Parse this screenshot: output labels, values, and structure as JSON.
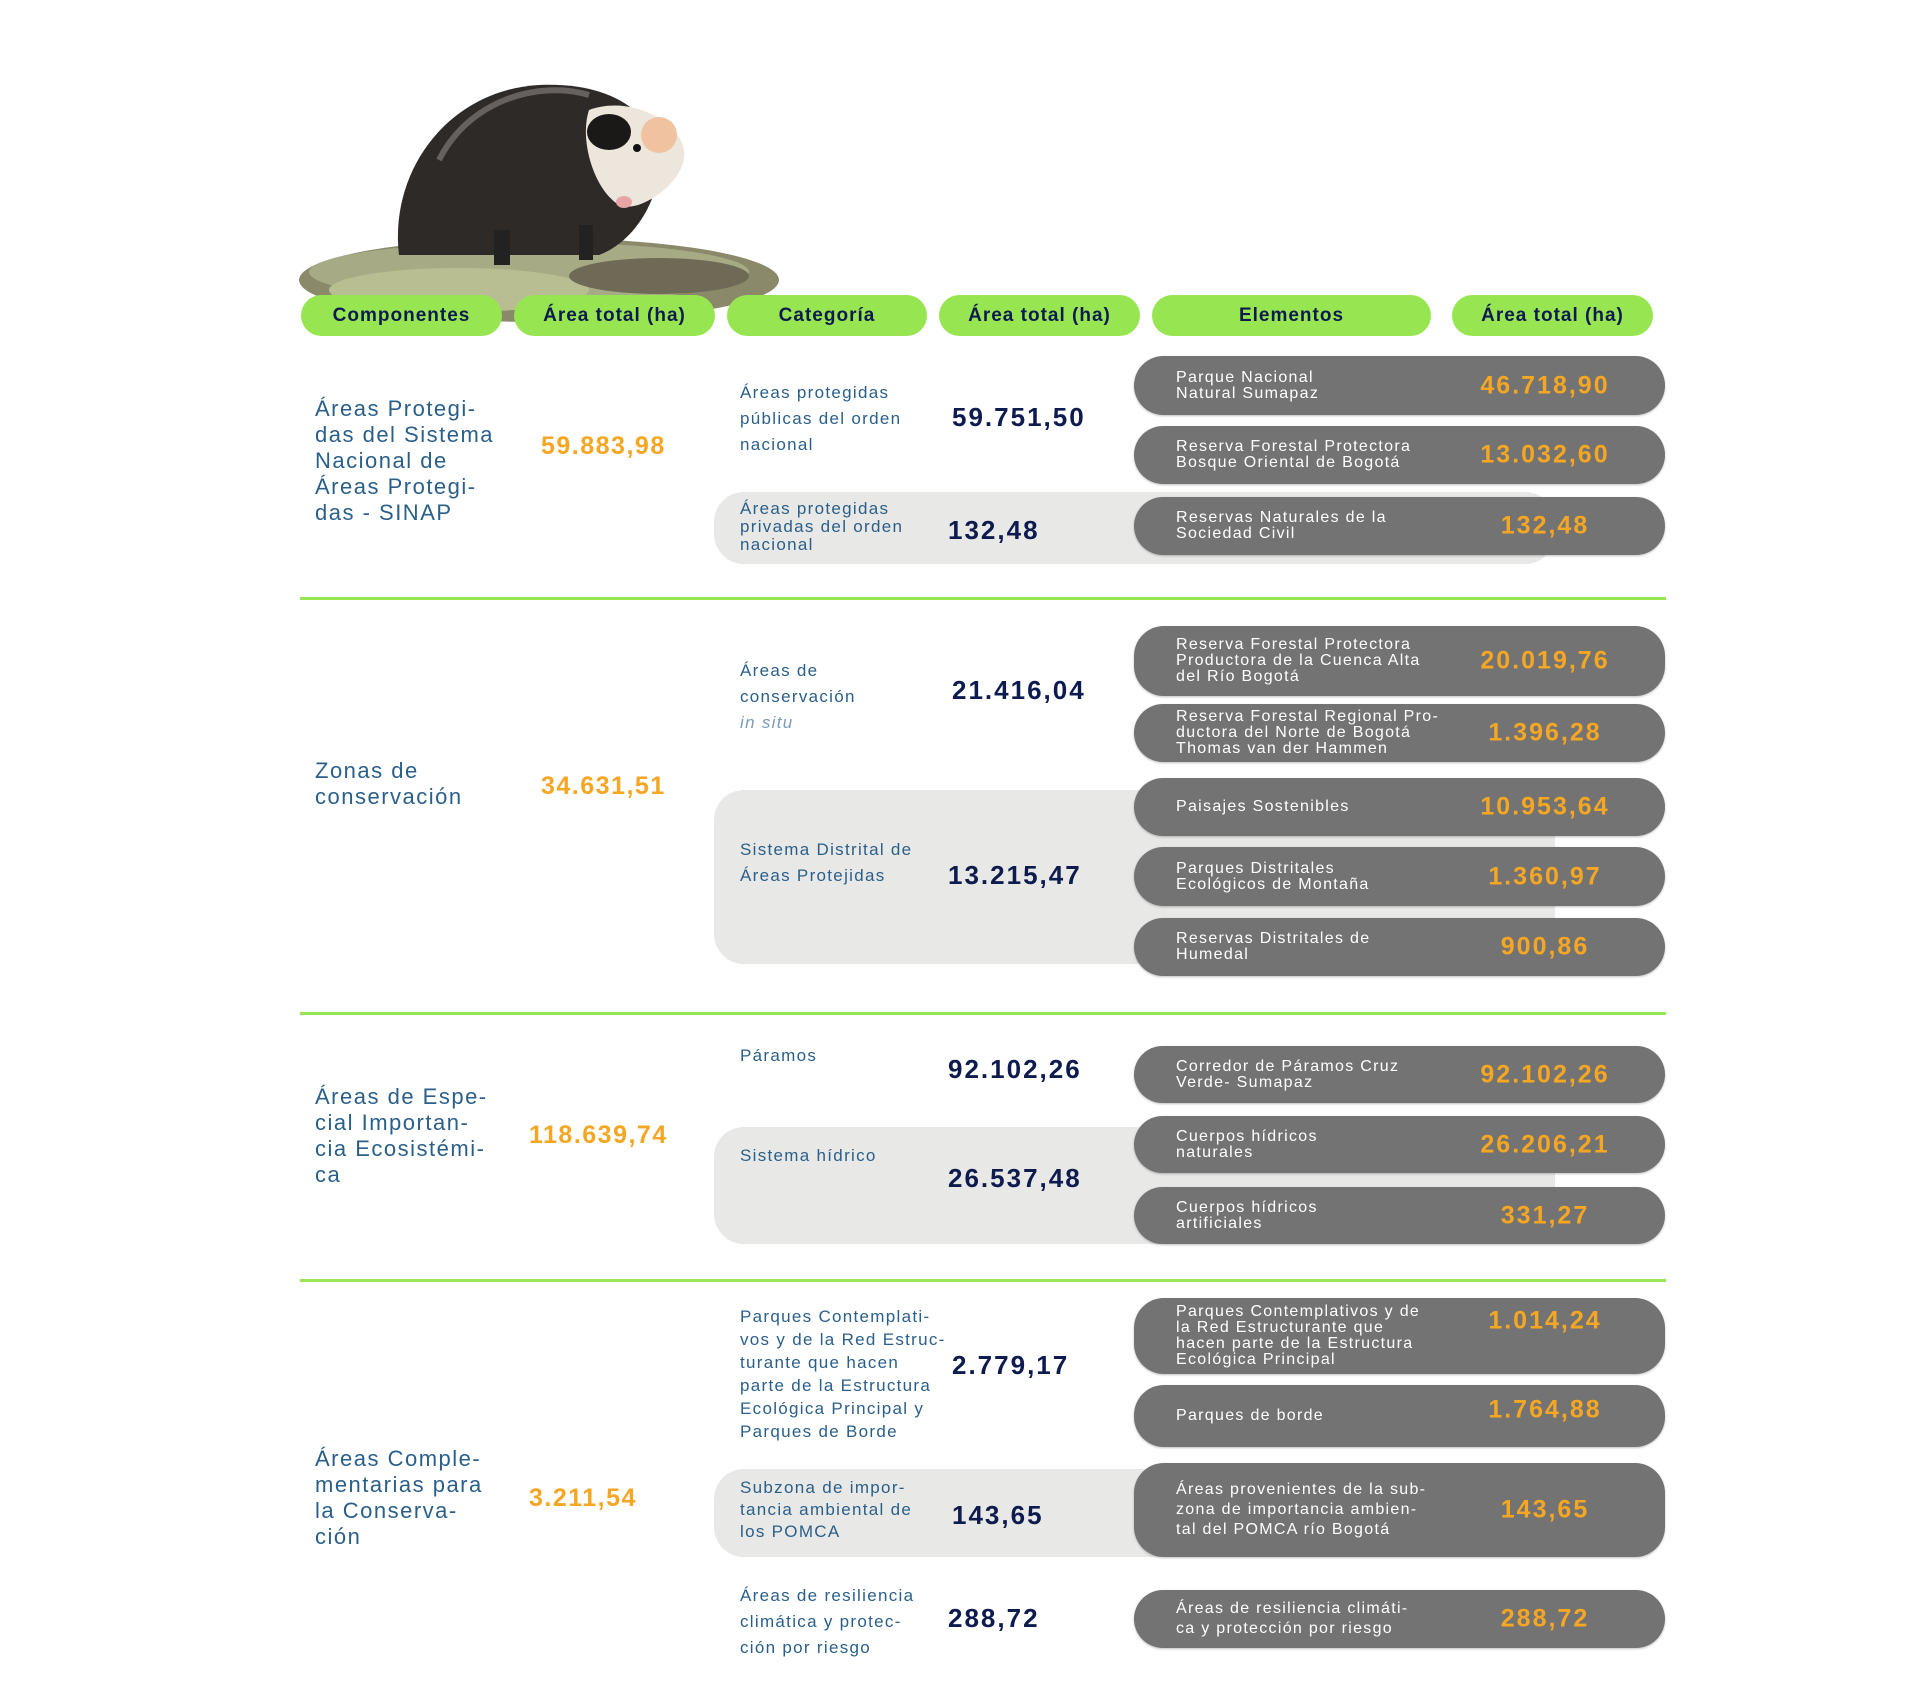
{
  "headers": [
    "Componentes",
    "Área total (ha)",
    "Categoría",
    "Área total (ha)",
    "Elementos",
    "Área total (ha)"
  ],
  "sections": [
    {
      "component": "Áreas Protegi-\ndas del Sistema\nNacional de\nÁreas Protegi-\ndas - SINAP",
      "total": "59.883,98",
      "categories": [
        {
          "name": "Áreas protegidas\npúblicas del orden\nnacional",
          "total": "59.751,50"
        },
        {
          "name": "Áreas protegidas\nprivadas del orden\nnacional",
          "total": "132,48"
        }
      ],
      "elements": [
        {
          "name": "Parque Nacional\nNatural Sumapaz",
          "total": "46.718,90"
        },
        {
          "name": "Reserva Forestal Protectora\nBosque Oriental de Bogotá",
          "total": "13.032,60"
        },
        {
          "name": "Reservas Naturales de la\nSociedad Civil",
          "total": "132,48"
        }
      ]
    },
    {
      "component": "Zonas de\nconservación",
      "total": "34.631,51",
      "categories": [
        {
          "name": "Áreas de\nconservación",
          "name_italic": "in situ",
          "total": "21.416,04"
        },
        {
          "name": "Sistema Distrital de\nÁreas Protejidas",
          "total": "13.215,47"
        }
      ],
      "elements": [
        {
          "name": "Reserva Forestal Protectora\nProductora de la Cuenca Alta\ndel Río Bogotá",
          "total": "20.019,76"
        },
        {
          "name": "Reserva Forestal Regional Pro-\nductora del Norte de Bogotá\nThomas van der Hammen",
          "total": "1.396,28"
        },
        {
          "name": "Paisajes Sostenibles",
          "total": "10.953,64"
        },
        {
          "name": "Parques Distritales\nEcológicos de Montaña",
          "total": "1.360,97"
        },
        {
          "name": "Reservas Distritales de\nHumedal",
          "total": "900,86"
        }
      ]
    },
    {
      "component": "Áreas de Espe-\ncial Importan-\ncia Ecosistémi-\nca",
      "total": "118.639,74",
      "categories": [
        {
          "name": "Páramos",
          "total": "92.102,26"
        },
        {
          "name": "Sistema hídrico",
          "total": "26.537,48"
        }
      ],
      "elements": [
        {
          "name": "Corredor de Páramos Cruz\nVerde- Sumapaz",
          "total": "92.102,26"
        },
        {
          "name": "Cuerpos hídricos\nnaturales",
          "total": "26.206,21"
        },
        {
          "name": "Cuerpos hídricos\nartificiales",
          "total": "331,27"
        }
      ]
    },
    {
      "component": "Áreas Comple-\nmentarias para\nla Conserva-\nción",
      "total": "3.211,54",
      "categories": [
        {
          "name": "Parques Contemplati-\nvos y de la Red Estruc-\nturante que hacen\nparte de la Estructura\nEcológica Principal y\nParques de Borde",
          "total": "2.779,17"
        },
        {
          "name": "Subzona de impor-\ntancia ambiental de\nlos POMCA",
          "total": "143,65"
        },
        {
          "name": "Áreas de resiliencia\nclimática y protec-\nción por riesgo",
          "total": "288,72"
        }
      ],
      "elements": [
        {
          "name": "Parques Contemplativos y de\nla Red Estructurante que\nhacen parte de la Estructura\nEcológica Principal",
          "total": "1.014,24"
        },
        {
          "name": "Parques de borde",
          "total": "1.764,88"
        },
        {
          "name": "Áreas provenientes de la sub-\nzona de importancia ambien-\ntal del POMCA río Bogotá",
          "total": "143,65"
        },
        {
          "name": "Áreas de resiliencia climáti-\nca y protección por riesgo",
          "total": "288,72"
        }
      ]
    }
  ],
  "colors": {
    "green": "#97e651",
    "navy": "#0d1b4f",
    "orange": "#f5a623",
    "pill": "#737373",
    "blue_text": "#2a5f8a"
  }
}
